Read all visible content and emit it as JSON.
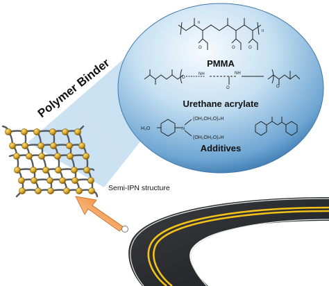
{
  "figure": {
    "title_label": "Polymer Binder",
    "structure_label": "Semi-IPN  structure",
    "components": [
      {
        "name": "PMMA"
      },
      {
        "name": "Urethane acrylate"
      },
      {
        "name": "Additives"
      }
    ],
    "chem_text": {
      "ho_group": "H₃O",
      "chain_upper": "(OH₂OH₂O)ₙH",
      "chain_lower": "(OH₂OH₂O)ₙH"
    }
  },
  "colors": {
    "sphere_light": "#e8f3fb",
    "sphere_mid": "#9cc8e6",
    "sphere_dark": "#4f8fc3",
    "beam": "#b9d7ee",
    "node": "#d8a62a",
    "node_dark": "#8a6310",
    "link": "#555a60",
    "road": "#2b2d30",
    "road_lines": "#f2c21a",
    "arrow": "#f08a2c"
  }
}
